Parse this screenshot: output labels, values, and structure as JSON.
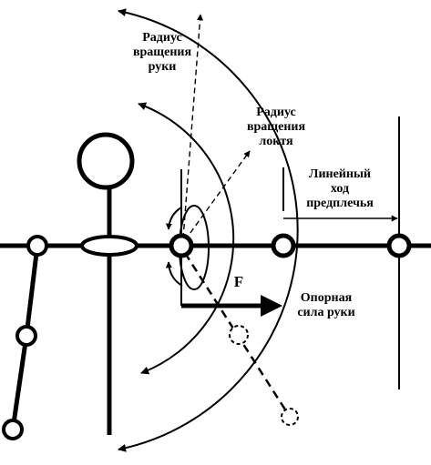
{
  "labels": {
    "arm_radius": [
      "Радиус",
      "вращения",
      "руки"
    ],
    "elbow_radius": [
      "Радиус",
      "вращения",
      "локтя"
    ],
    "linear_travel": [
      "Линейный",
      "ход",
      "предплечья"
    ],
    "support_force": [
      "Опорная",
      "сила руки"
    ],
    "force_symbol": "F"
  },
  "colors": {
    "ink": "#000000",
    "background": "#ffffff"
  }
}
